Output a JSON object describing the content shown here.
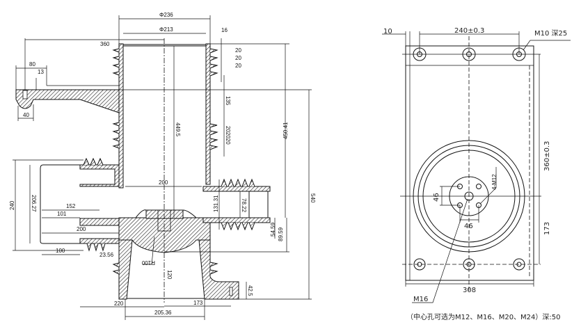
{
  "side_view": {
    "dims": {
      "d236": "Φ236",
      "d213": "Φ213",
      "w16": "16",
      "w360": "360",
      "s20a": "20",
      "s20b": "20",
      "s20c": "20",
      "w80": "80",
      "w13": "13",
      "w40": "40",
      "h135": "135",
      "h449": "449.5",
      "h450": "450.41",
      "s202020": "202020",
      "h540": "540",
      "h240": "240",
      "h206": "206.27",
      "w152": "152",
      "w101": "101",
      "w200a": "200",
      "w200b": "200",
      "w100": "100",
      "w23": "23.56",
      "h131": "131.31",
      "h78": "78.22",
      "h54": "54.59",
      "h89": "89.59",
      "r100": "R100",
      "h120": "120",
      "h42": "42.5",
      "w220": "220",
      "w173": "173",
      "w205": "205.36"
    }
  },
  "plan_view": {
    "dims": {
      "w10": "10",
      "w240": "240±0.3",
      "m10": "M10 深25",
      "h360": "360±0.3",
      "h173": "173",
      "w308": "308",
      "m12": "4-M12",
      "d46a": "46",
      "d46b": "46",
      "m16": "M16"
    },
    "note": "（中心孔可选为M12、M16、M20、M24）深:50"
  }
}
